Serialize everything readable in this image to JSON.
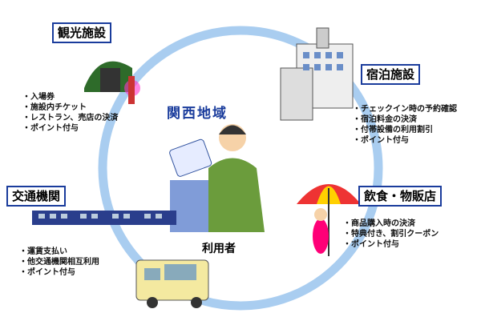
{
  "center": {
    "region": "関西地域",
    "user": "利用者"
  },
  "sections": [
    {
      "title": "観光施設",
      "items": [
        "入場券",
        "施設内チケット",
        "レストラン、売店の決済",
        "ポイント付与"
      ]
    },
    {
      "title": "宿泊施設",
      "items": [
        "チェックイン時の予約確認",
        "宿泊料金の決済",
        "付帯設備の利用割引",
        "ポイント付与"
      ]
    },
    {
      "title": "飲食・物販店",
      "items": [
        "商品購入時の決済",
        "特典付き、割引クーポン",
        "ポイント付与"
      ]
    },
    {
      "title": "交通機関",
      "items": [
        "運賃支払い",
        "他交通機関相互利用",
        "ポイント付与"
      ]
    }
  ],
  "colors": {
    "ring": "#a9cdf0",
    "box_border": "#1a3c9c",
    "region_text": "#1a3c9c"
  }
}
